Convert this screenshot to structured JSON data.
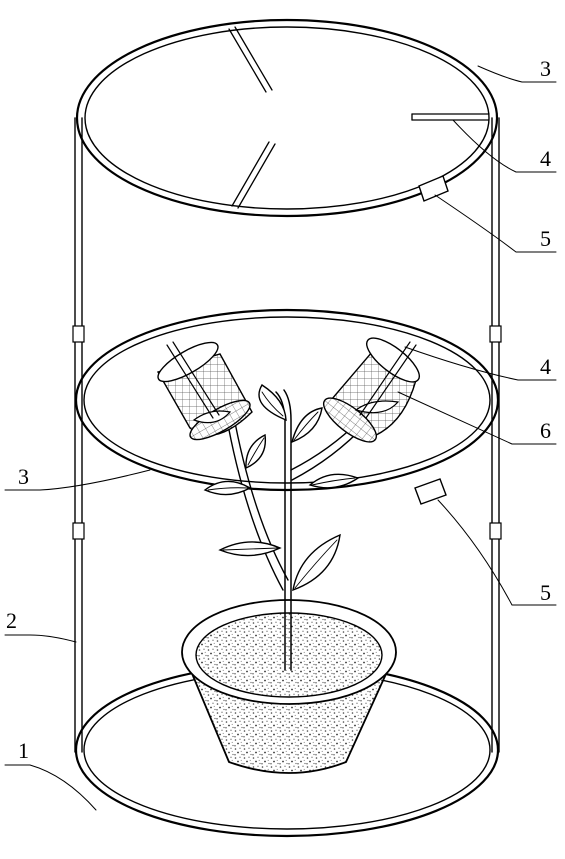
{
  "diagram": {
    "callouts": [
      {
        "id": "top-ring",
        "text": "3"
      },
      {
        "id": "top-rod",
        "text": "4"
      },
      {
        "id": "top-connector",
        "text": "5"
      },
      {
        "id": "middle-rod",
        "text": "4"
      },
      {
        "id": "mesh-cage",
        "text": "6"
      },
      {
        "id": "middle-ring",
        "text": "3"
      },
      {
        "id": "middle-connector",
        "text": "5"
      },
      {
        "id": "support-post",
        "text": "2"
      },
      {
        "id": "base-ring",
        "text": "1"
      }
    ]
  }
}
